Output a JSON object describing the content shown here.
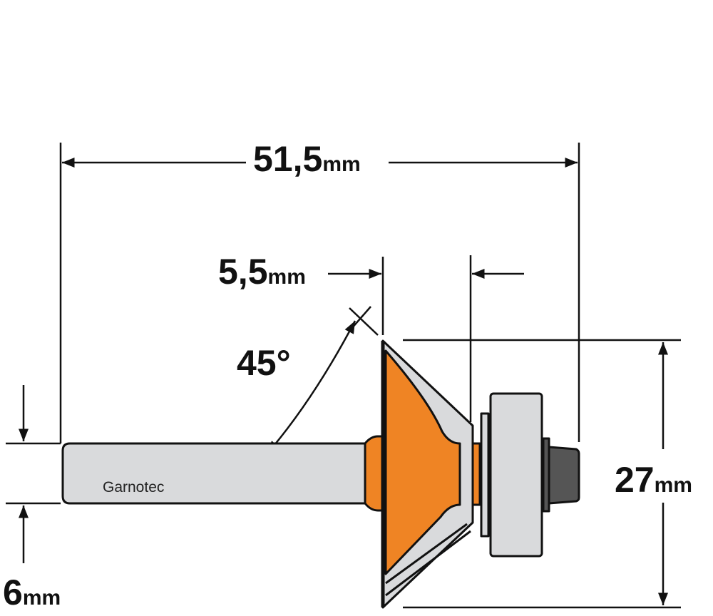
{
  "diagram": {
    "brand": "Garnotec",
    "overall_length": {
      "value": "51,5",
      "unit": "mm"
    },
    "cut_depth": {
      "value": "5,5",
      "unit": "mm"
    },
    "angle": {
      "value": "45°"
    },
    "diameter": {
      "value": "27",
      "unit": "mm"
    },
    "shank": {
      "value": "6",
      "unit": "mm"
    }
  },
  "colors": {
    "cutter": "#ef8424",
    "steel": "#d9dadc",
    "nut": "#555555"
  }
}
